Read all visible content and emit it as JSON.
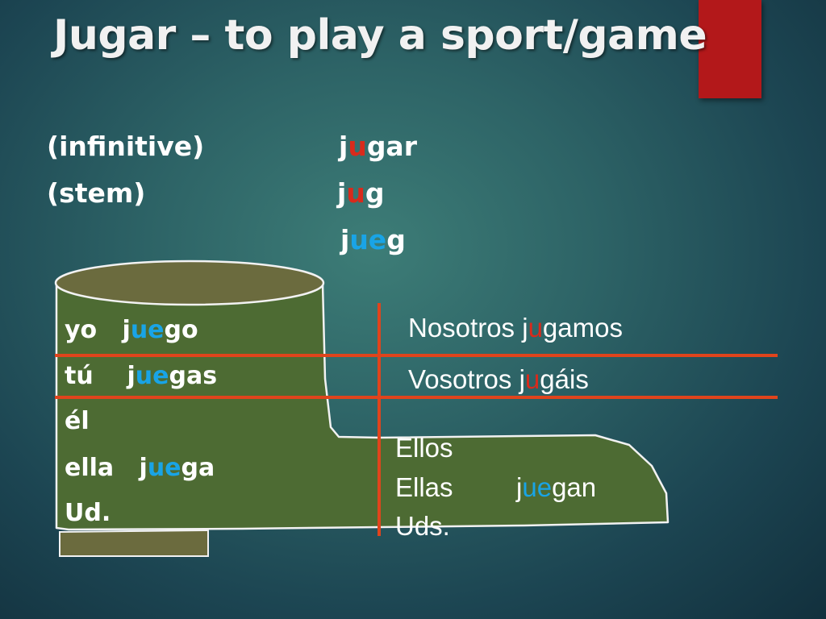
{
  "title": "Jugar – to play a sport/game",
  "colors": {
    "stem_change": "#19a4e6",
    "stem_vowel": "#d92a1c",
    "accent_bar": "#b3181a",
    "grid_lines": "#e0441c",
    "boot": "#4d6b33"
  },
  "rows": {
    "infinitive": {
      "label": "(infinitive)",
      "pre": "j",
      "mid": "u",
      "post": "gar"
    },
    "stem": {
      "label": "(stem)",
      "pre": "j",
      "mid": "u",
      "post": "g"
    },
    "changed": {
      "pre": "j",
      "mid": "ue",
      "post": "g"
    }
  },
  "singular": {
    "yo": {
      "pronoun": "yo",
      "pre": "j",
      "mid": "ue",
      "post": "go"
    },
    "tu": {
      "pronoun": "tú",
      "pre": "j",
      "mid": "ue",
      "post": "gas"
    },
    "el": "él",
    "ella": {
      "pronoun": "ella",
      "pre": "j",
      "mid": "ue",
      "post": "ga"
    },
    "ud": "Ud."
  },
  "plural": {
    "nosotros": {
      "pre": "Nosotros j",
      "mid": "u",
      "post": "gamos"
    },
    "vosotros": {
      "pre": "Vosotros j",
      "mid": "u",
      "post": "gáis"
    },
    "ellos": "Ellos",
    "ellas": "Ellas",
    "uds": "Uds.",
    "verb": {
      "pre": "j",
      "mid": "ue",
      "post": "gan"
    }
  }
}
